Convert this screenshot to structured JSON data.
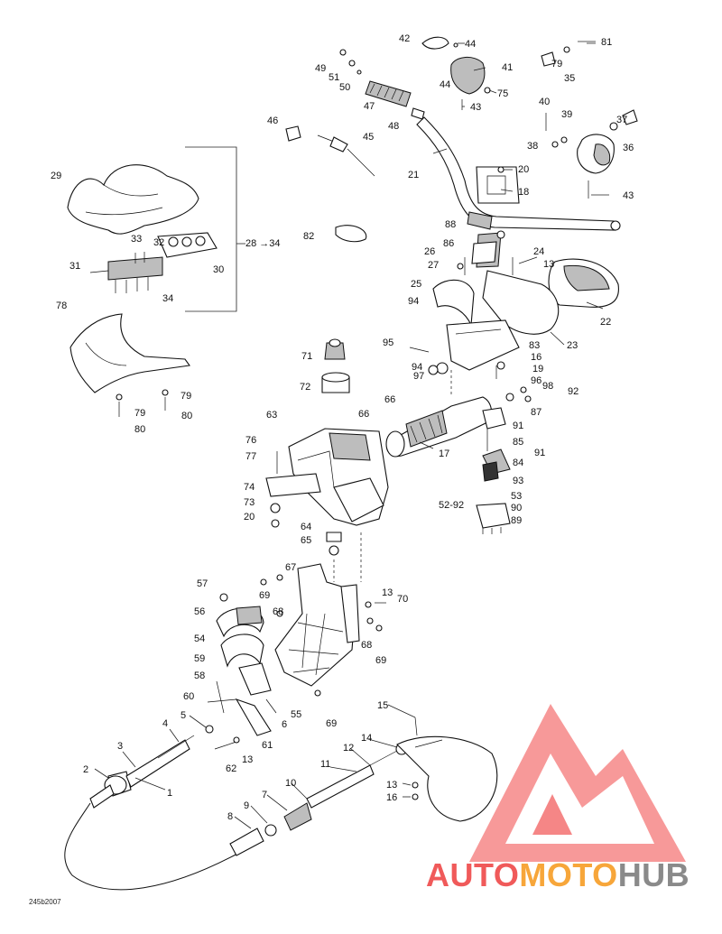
{
  "diagram": {
    "code": "245b2007",
    "group_label": "28 →34"
  },
  "callouts": [
    {
      "id": "c1",
      "text": "1"
    },
    {
      "id": "c2",
      "text": "2"
    },
    {
      "id": "c3",
      "text": "3"
    },
    {
      "id": "c4",
      "text": "4"
    },
    {
      "id": "c5",
      "text": "5"
    },
    {
      "id": "c6",
      "text": "6"
    },
    {
      "id": "c7",
      "text": "7"
    },
    {
      "id": "c8",
      "text": "8"
    },
    {
      "id": "c9",
      "text": "9"
    },
    {
      "id": "c10",
      "text": "10"
    },
    {
      "id": "c11",
      "text": "11"
    },
    {
      "id": "c12",
      "text": "12"
    },
    {
      "id": "c13a",
      "text": "13"
    },
    {
      "id": "c13b",
      "text": "13"
    },
    {
      "id": "c13c",
      "text": "13"
    },
    {
      "id": "c13d",
      "text": "13"
    },
    {
      "id": "c14",
      "text": "14"
    },
    {
      "id": "c15",
      "text": "15"
    },
    {
      "id": "c16a",
      "text": "16"
    },
    {
      "id": "c16b",
      "text": "16"
    },
    {
      "id": "c17",
      "text": "17"
    },
    {
      "id": "c18",
      "text": "18"
    },
    {
      "id": "c19",
      "text": "19"
    },
    {
      "id": "c20a",
      "text": "20"
    },
    {
      "id": "c20b",
      "text": "20"
    },
    {
      "id": "c21",
      "text": "21"
    },
    {
      "id": "c22",
      "text": "22"
    },
    {
      "id": "c23",
      "text": "23"
    },
    {
      "id": "c24",
      "text": "24"
    },
    {
      "id": "c25",
      "text": "25"
    },
    {
      "id": "c26",
      "text": "26"
    },
    {
      "id": "c27",
      "text": "27"
    },
    {
      "id": "c29",
      "text": "29"
    },
    {
      "id": "c30",
      "text": "30"
    },
    {
      "id": "c31",
      "text": "31"
    },
    {
      "id": "c32",
      "text": "32"
    },
    {
      "id": "c33",
      "text": "33"
    },
    {
      "id": "c34",
      "text": "34"
    },
    {
      "id": "c35",
      "text": "35"
    },
    {
      "id": "c36",
      "text": "36"
    },
    {
      "id": "c37",
      "text": "37"
    },
    {
      "id": "c38",
      "text": "38"
    },
    {
      "id": "c39",
      "text": "39"
    },
    {
      "id": "c40",
      "text": "40"
    },
    {
      "id": "c41",
      "text": "41"
    },
    {
      "id": "c42",
      "text": "42"
    },
    {
      "id": "c43a",
      "text": "43"
    },
    {
      "id": "c43b",
      "text": "43"
    },
    {
      "id": "c44a",
      "text": "44"
    },
    {
      "id": "c44b",
      "text": "44"
    },
    {
      "id": "c45",
      "text": "45"
    },
    {
      "id": "c46",
      "text": "46"
    },
    {
      "id": "c47",
      "text": "47"
    },
    {
      "id": "c48",
      "text": "48"
    },
    {
      "id": "c49",
      "text": "49"
    },
    {
      "id": "c50",
      "text": "50"
    },
    {
      "id": "c51",
      "text": "51"
    },
    {
      "id": "c52",
      "text": "52-92"
    },
    {
      "id": "c53",
      "text": "53"
    },
    {
      "id": "c54",
      "text": "54"
    },
    {
      "id": "c55",
      "text": "55"
    },
    {
      "id": "c56",
      "text": "56"
    },
    {
      "id": "c57",
      "text": "57"
    },
    {
      "id": "c58",
      "text": "58"
    },
    {
      "id": "c59",
      "text": "59"
    },
    {
      "id": "c60",
      "text": "60"
    },
    {
      "id": "c61",
      "text": "61"
    },
    {
      "id": "c62",
      "text": "62"
    },
    {
      "id": "c63",
      "text": "63"
    },
    {
      "id": "c64",
      "text": "64"
    },
    {
      "id": "c65",
      "text": "65"
    },
    {
      "id": "c66a",
      "text": "66"
    },
    {
      "id": "c66b",
      "text": "66"
    },
    {
      "id": "c67",
      "text": "67"
    },
    {
      "id": "c68a",
      "text": "68"
    },
    {
      "id": "c68b",
      "text": "68"
    },
    {
      "id": "c69a",
      "text": "69"
    },
    {
      "id": "c69b",
      "text": "69"
    },
    {
      "id": "c69c",
      "text": "69"
    },
    {
      "id": "c70",
      "text": "70"
    },
    {
      "id": "c71",
      "text": "71"
    },
    {
      "id": "c72",
      "text": "72"
    },
    {
      "id": "c73",
      "text": "73"
    },
    {
      "id": "c74",
      "text": "74"
    },
    {
      "id": "c75",
      "text": "75"
    },
    {
      "id": "c76",
      "text": "76"
    },
    {
      "id": "c77",
      "text": "77"
    },
    {
      "id": "c78",
      "text": "78"
    },
    {
      "id": "c79a",
      "text": "79"
    },
    {
      "id": "c79b",
      "text": "79"
    },
    {
      "id": "c79c",
      "text": "79"
    },
    {
      "id": "c80a",
      "text": "80"
    },
    {
      "id": "c80b",
      "text": "80"
    },
    {
      "id": "c81",
      "text": "81"
    },
    {
      "id": "c82",
      "text": "82"
    },
    {
      "id": "c83",
      "text": "83"
    },
    {
      "id": "c84",
      "text": "84"
    },
    {
      "id": "c85",
      "text": "85"
    },
    {
      "id": "c86",
      "text": "86"
    },
    {
      "id": "c87",
      "text": "87"
    },
    {
      "id": "c88",
      "text": "88"
    },
    {
      "id": "c89",
      "text": "89"
    },
    {
      "id": "c90",
      "text": "90"
    },
    {
      "id": "c91a",
      "text": "91"
    },
    {
      "id": "c91b",
      "text": "91"
    },
    {
      "id": "c92a",
      "text": "92"
    },
    {
      "id": "c93",
      "text": "93"
    },
    {
      "id": "c94a",
      "text": "94"
    },
    {
      "id": "c94b",
      "text": "94"
    },
    {
      "id": "c95",
      "text": "95"
    },
    {
      "id": "c96",
      "text": "96"
    },
    {
      "id": "c97",
      "text": "97"
    },
    {
      "id": "c98",
      "text": "98"
    }
  ],
  "watermark": {
    "part1": "AUTO",
    "part2": "MOTO",
    "part3": "HUB",
    "color_red": "#f05a5a",
    "color_orange": "#f7a63a",
    "color_grey": "#8a8a8a",
    "logo_color": "#f47a7a"
  }
}
